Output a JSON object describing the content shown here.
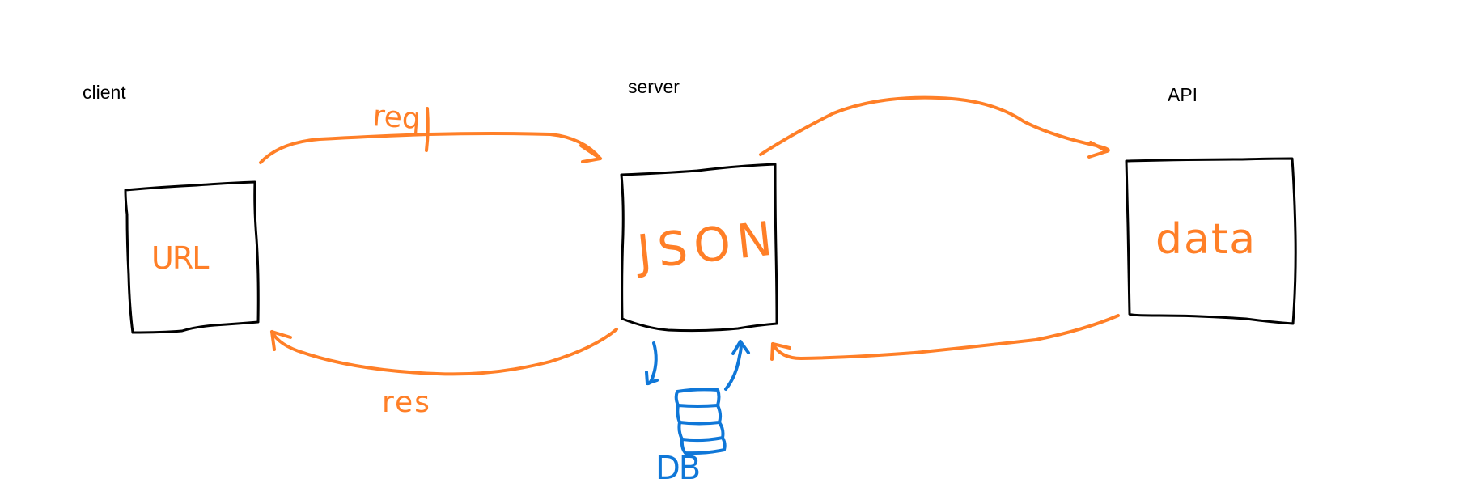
{
  "nodes": {
    "client": {
      "label": "client",
      "content": "URL"
    },
    "server": {
      "label": "server",
      "content": "JSON"
    },
    "api": {
      "label": "API",
      "content": "data"
    },
    "database": {
      "label": "DB"
    }
  },
  "edges": {
    "request": {
      "label": "req",
      "from": "client",
      "to": "server"
    },
    "response": {
      "label": "res",
      "from": "server",
      "to": "client"
    },
    "server_to_api": {
      "from": "server",
      "to": "api"
    },
    "api_to_server": {
      "from": "api",
      "to": "server"
    },
    "server_to_db": {
      "from": "server",
      "to": "database"
    },
    "db_to_server": {
      "from": "database",
      "to": "server"
    }
  },
  "colors": {
    "ink": "#000000",
    "orange": "#ff7f27",
    "blue": "#0f77d8",
    "background": "#ffffff"
  }
}
